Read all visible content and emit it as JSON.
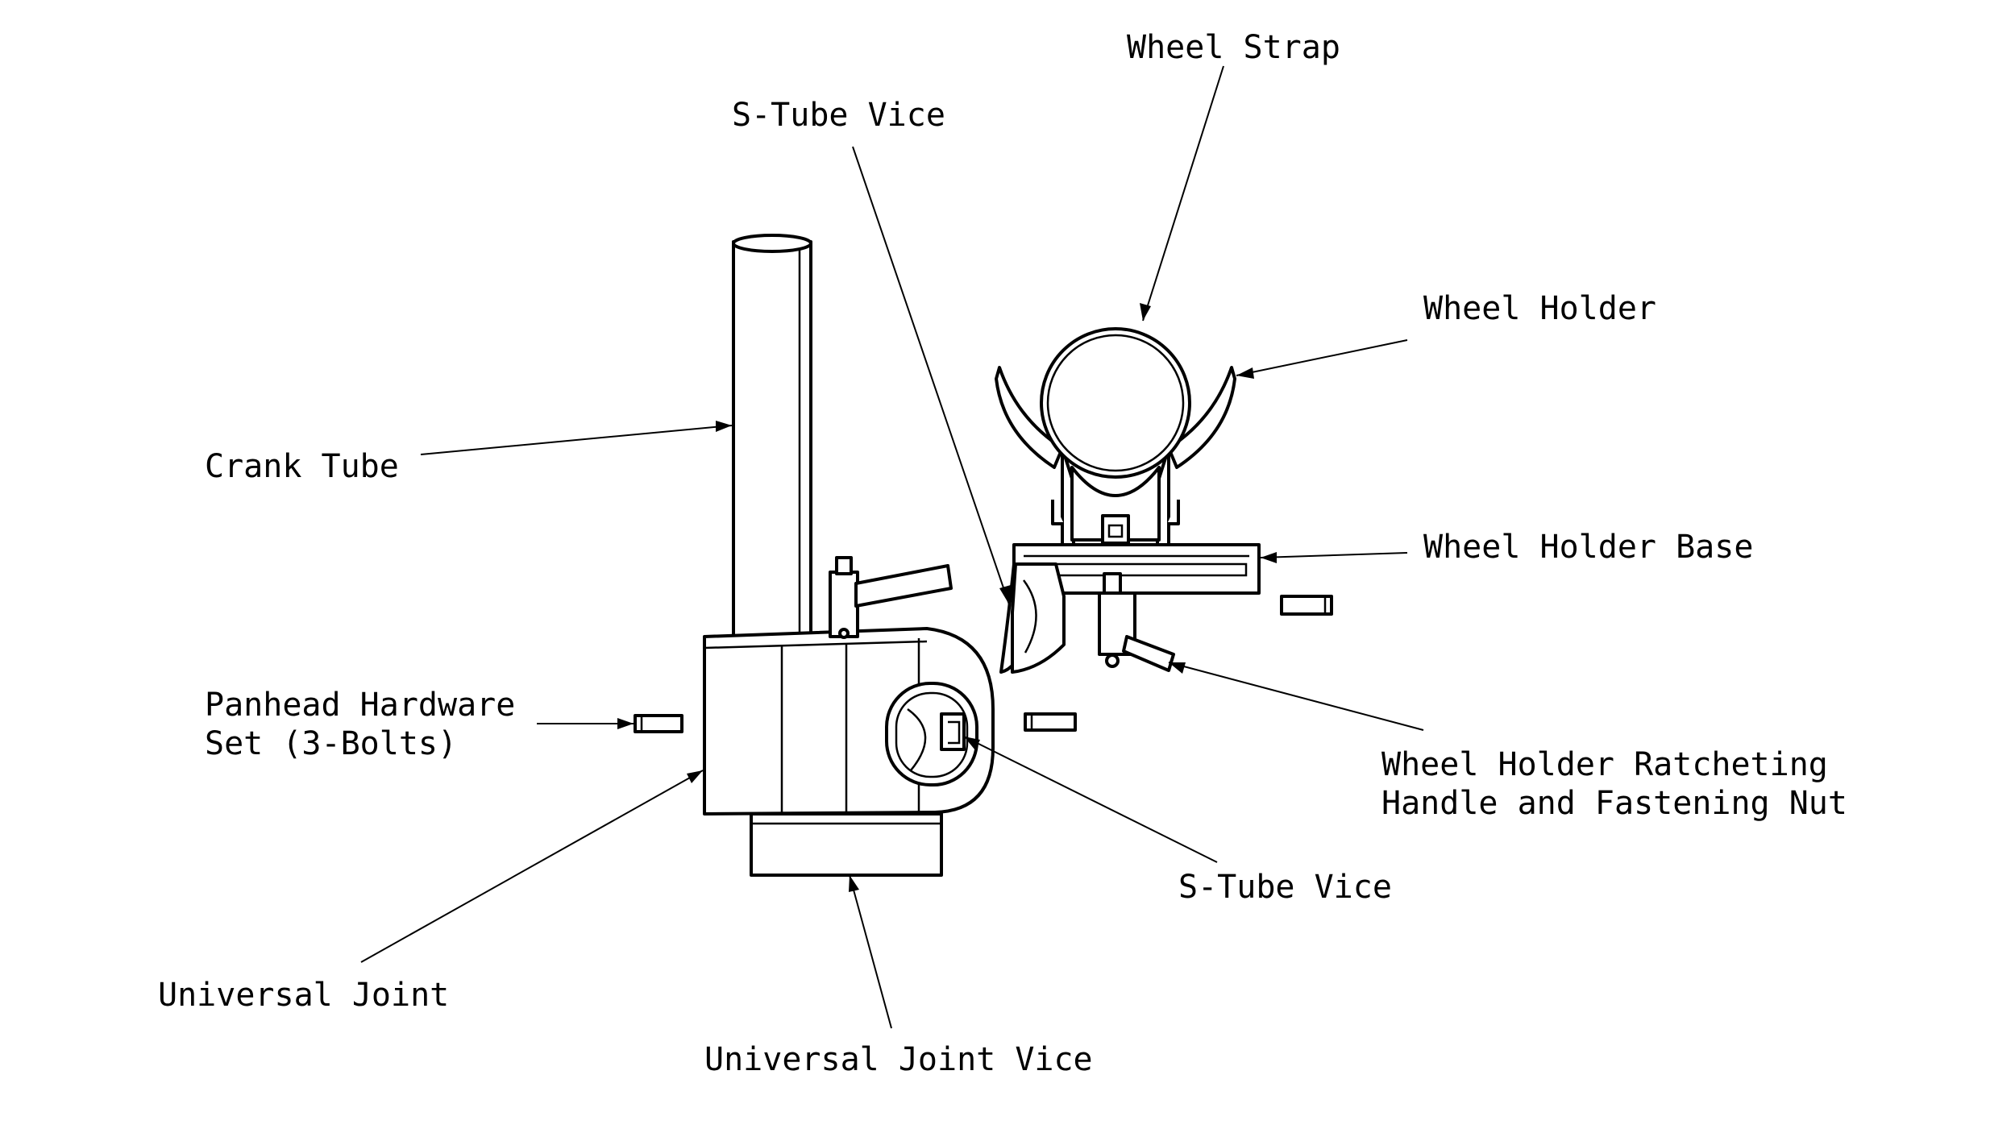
{
  "labels": {
    "wheel_strap": "Wheel Strap",
    "s_tube_vice_top": "S-Tube Vice",
    "wheel_holder": "Wheel Holder",
    "crank_tube": "Crank Tube",
    "wheel_holder_base": "Wheel Holder Base",
    "panhead_line1": "Panhead Hardware",
    "panhead_line2": "Set (3-Bolts)",
    "ratchet_line1": "Wheel Holder Ratcheting",
    "ratchet_line2": "Handle and Fastening Nut",
    "s_tube_vice_bottom": "S-Tube Vice",
    "universal_joint": "Universal Joint",
    "universal_joint_vice": "Universal Joint Vice"
  }
}
